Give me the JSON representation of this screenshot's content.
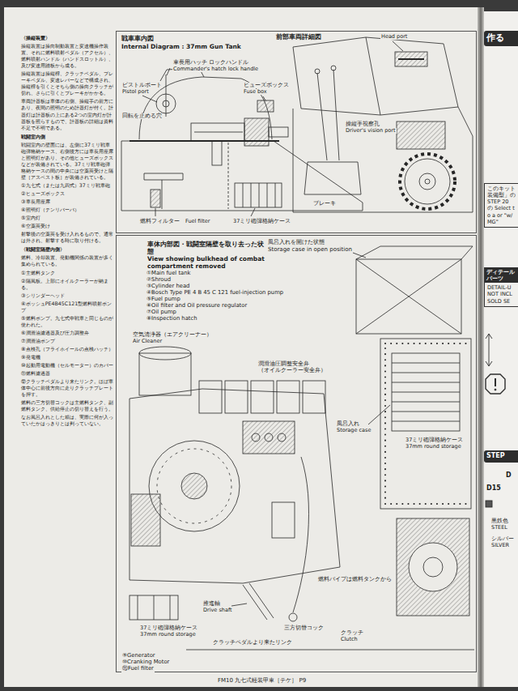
{
  "diagram": {
    "nodes": [
      {
        "text": [
          "戦車車内図",
          "Internal Diagram : 37mm Gun Tank"
        ]
      },
      {
        "text": [
          "車体内部図・戦闘室隔壁を取り去った状態",
          "View showing bulkhead of combat compartment removed"
        ]
      },
      {
        "text": [
          "作る"
        ]
      },
      {
        "text": [
          "このキット 装備型」の STEP 20 の Select to a or \"w/ MG\""
        ]
      },
      {
        "text": [
          "ディテール パーツ",
          "DETAIL-U NOT INCL SOLD SE"
        ]
      },
      {
        "text": [
          "STEP"
        ]
      }
    ],
    "labels": [
      "〈操縦装置〉",
      "操縦装置は操向制動装置と変速機操作装置、それに燃料噴射ペダル（アクセル）、燃料噴射ハンドル（ハンドスロットル）、及び変速用踏板から成る。",
      "操縦装置は操縦桿、クラッチペダル、ブレーキペダル、変速レバーなどで構成され、操縦桿を引くとそちら側の操向クラッチが切れ、さらに引くとブレーキがかかる。",
      "車両計器板は車体の右側、操縦手の前方にあり、夜間の照明のため計器灯が付く。計器灯は計器板の上にある2つの室内灯が計器板を照らすもので、計器板の詳細は資料不足で不明である。",
      "戦闘室内側",
      "戦闘室内の壁面には、左側に37ミリ戦車砲弾格納ケース、右側後方には車長用座席と照明灯があり、その他ヒューズボックスなどが装備されている。37ミリ戦車砲弾格納ケースの間の中央には空薬莢受けと隔壁［アスベスト板］が装備されている。",
      "①九七式（または九四式）37ミリ戦車砲",
      "②ヒューズボックス",
      "③車長用座席",
      "④照明灯（テンリバーバ）",
      "⑤室内灯",
      "⑥空薬莢受け",
      "射撃後の空薬莢を受け入れるもので、通常は外され、射撃する時に取り付ける。",
      "〈戦闘室隔壁内側〉",
      "燃料、冷却装置、発動機関係の装置が多く集められている。",
      "①主燃料タンク",
      "②隔風板。上部にオイルクーラーが納まる。",
      "③シリンダーヘッド",
      "④ボッシュPE4B45C121型燃料噴射ポンプ",
      "⑤燃料ポンプ。九七式中戦車と同じものが使われた。",
      "⑥潤滑油濾過器及び圧力調整弁",
      "⑦潤滑油ポンプ",
      "⑧点検孔（フライホイールの点検ハッチ）",
      "⑨発電機",
      "⑩起動用電動機（セルモーター）のカバー",
      "⑪燃料濾過器",
      "⑫クラッチペダルより来たリンク。ほぼ車体中心に前後方向に走りクラッチプレートを押す。",
      "燃料の三方切替コックは主燃料タンク、副燃料タンク、供給停止の切り替えを行う。",
      "なお風呂入れとした箱は、実際に何が入っていたかはっきりとは判っていない。",
      "前部車両詳細図",
      "車長用ハッチ ロックハンドル",
      "Commander's hatch lock handle",
      "ピストルポート",
      "Pistol port",
      "回転を止める穴",
      "ヒューズボックス",
      "Fuse box",
      "燃料フィルター",
      "Fuel filter",
      "37ミリ砲弾格納ケース",
      "Head port",
      "操縦手視察孔",
      "Driver's vision port",
      "ブレーキ",
      "風呂入れを開けた状態",
      "Storage case in open position",
      "①Main fuel tank",
      "②Shroud",
      "③Cylinder head",
      "④Bosch Type PE 4 B 45 C 121 fuel-injection pump",
      "⑤Fuel pump",
      "⑥Oil filter and Oil pressure regulator",
      "⑦Oil pump",
      "⑧Inspection hatch",
      "空気清浄器（エアクリーナー）",
      "Air Cleaner",
      "潤滑油圧調整安全弁",
      "（オイルクーラー安全弁）",
      "風呂入れ",
      "Storage case",
      "37ミリ砲弾格納ケース",
      "37mm round storage",
      "燃料パイプは燃料タンクから",
      "推進軸",
      "Drive shaft",
      "37ミリ砲弾格納ケース",
      "37mm round storage",
      "クラッチペダルより来たリンク",
      "三方切替コック",
      "クラッチ",
      "Clutch",
      "⑨Generator",
      "⑩Cranking Motor",
      "⑪Fuel filter",
      "FM10 九七式軽装甲車［テケ］ P9",
      "D",
      "D15",
      "黒鉄色",
      "STEEL",
      "シルバー",
      "SILVER"
    ]
  }
}
